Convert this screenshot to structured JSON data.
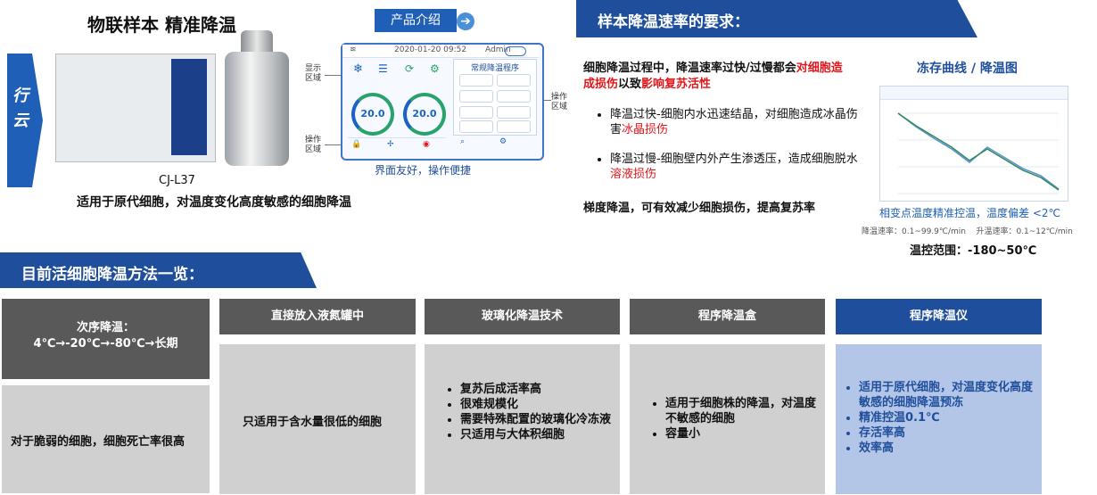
{
  "header": {
    "left_title": "物联样本    精准降温",
    "intro_button": "产品介绍",
    "side_arrow_text": "行云",
    "device_model": "CJ-L37",
    "device_caption": "适用于原代细胞，对温度变化高度敏感的细胞降温",
    "screen_caption": "界面友好，操作便捷",
    "display_area_label": "显示区域",
    "operation_area_label_left": "操作区域",
    "operation_area_label_right": "操作区域"
  },
  "screen": {
    "status_time": "2020-01-20  09:52",
    "user": "Admin",
    "temp_left": "20.0",
    "temp_right": "20.0",
    "panel_title": "常规降温程序"
  },
  "requirements": {
    "banner": "样本降温速率的要求：",
    "intro_black": "细胞降温过程中，降温速率过快/过慢都会",
    "intro_red1": "对细胞造成损伤",
    "intro_mid": "以致",
    "intro_red2": "影响复苏活性",
    "bullet1_black": "降温过快-细胞内水迅速结晶，对细胞造成冰晶伤害",
    "bullet1_red": "冰晶损伤",
    "bullet2_black": "降温过慢-细胞壁内外产生渗透压，造成细胞脱水",
    "bullet2_red": "溶液损伤",
    "conclusion": "梯度降温，可有效减少细胞损伤，提高复苏率"
  },
  "curve": {
    "title": "冻存曲线 / 降温图",
    "accuracy": "相变点温度精准控温，温度偏差 <2℃",
    "rates": "降温速率：0.1~99.9℃/min    升温速率：0.1~12℃/min",
    "range": "温控范围：-180~50℃"
  },
  "methods": {
    "banner": "目前活细胞降温方法一览：",
    "col1": {
      "header": "次序降温：\n4℃→-20℃→-80℃→长期",
      "body": "对于脆弱的细胞，细胞死亡率很高"
    },
    "col2": {
      "header": "直接放入液氮罐中",
      "body": "只适用于含水量很低的细胞"
    },
    "col3": {
      "header": "玻璃化降温技术",
      "items": [
        "复苏后成活率高",
        "很难规模化",
        "需要特殊配置的玻璃化冷冻液",
        "只适用与大体积细胞"
      ]
    },
    "col4": {
      "header": "程序降温盒",
      "items": [
        "适用于细胞株的降温，对温度不敏感的细胞",
        "容量小"
      ]
    },
    "col5": {
      "header": "程序降温仪",
      "items": [
        "适用于原代细胞，对温度变化高度敏感的细胞降温预冻",
        "精准控温0.1℃",
        "存活率高",
        "效率高"
      ]
    }
  },
  "colors": {
    "brand_blue": "#1f4f9c",
    "accent_red": "#e0161b",
    "gray_header": "#595959",
    "gray_body": "#d0d0d0",
    "light_blue": "#b4c6e7"
  },
  "chart_data": {
    "type": "line",
    "title": "",
    "series": [
      {
        "values": [
          20,
          5,
          -8,
          -20,
          -35,
          -18,
          -30,
          -42,
          -50,
          -65
        ]
      },
      {
        "values": [
          20,
          6,
          -6,
          -18,
          -33,
          -20,
          -32,
          -44,
          -52,
          -66
        ]
      }
    ],
    "x": [
      0,
      1,
      2,
      3,
      4,
      5,
      6,
      7,
      8,
      9
    ]
  }
}
